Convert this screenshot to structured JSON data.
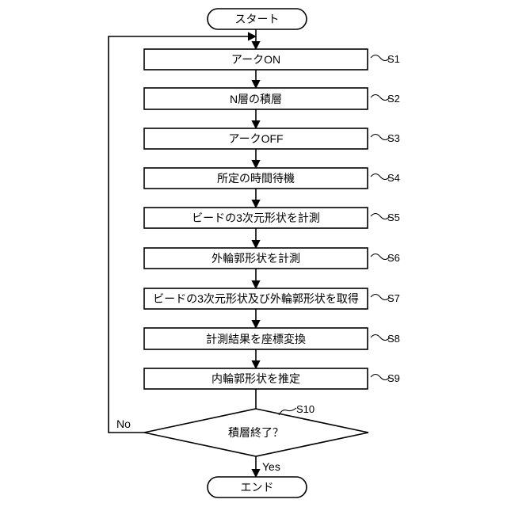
{
  "flowchart": {
    "start_label": "スタート",
    "end_label": "エンド",
    "steps": [
      {
        "id": "S1",
        "label": "アークON"
      },
      {
        "id": "S2",
        "label": "N層の積層"
      },
      {
        "id": "S3",
        "label": "アークOFF"
      },
      {
        "id": "S4",
        "label": "所定の時間待機"
      },
      {
        "id": "S5",
        "label": "ビードの3次元形状を計測"
      },
      {
        "id": "S6",
        "label": "外輪郭形状を計測"
      },
      {
        "id": "S7",
        "label": "ビードの3次元形状及び外輪郭形状を取得"
      },
      {
        "id": "S8",
        "label": "計測結果を座標変換"
      },
      {
        "id": "S9",
        "label": "内輪郭形状を推定"
      }
    ],
    "decision": {
      "id": "S10",
      "label": "積層終了？",
      "no_label": "No",
      "yes_label": "Yes"
    }
  }
}
